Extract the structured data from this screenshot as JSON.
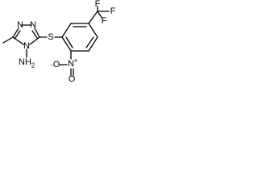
{
  "molecule": {
    "atoms": {
      "triazole_n_top_left": "N",
      "triazole_n_top_right": "N",
      "triazole_n_bottom": "N",
      "amino_nh": "NH",
      "amino_sub": "2",
      "thioether_s": "S",
      "nitro_n": "N",
      "nitro_plus": "+",
      "nitro_o1": "O",
      "nitro_o1_minus": "-",
      "nitro_o2": "O",
      "cf3_f1": "F",
      "cf3_f2": "F",
      "cf3_f3": "F"
    },
    "colors": {
      "bonds": "#000000",
      "labels": "#000000",
      "background": "#ffffff"
    }
  }
}
